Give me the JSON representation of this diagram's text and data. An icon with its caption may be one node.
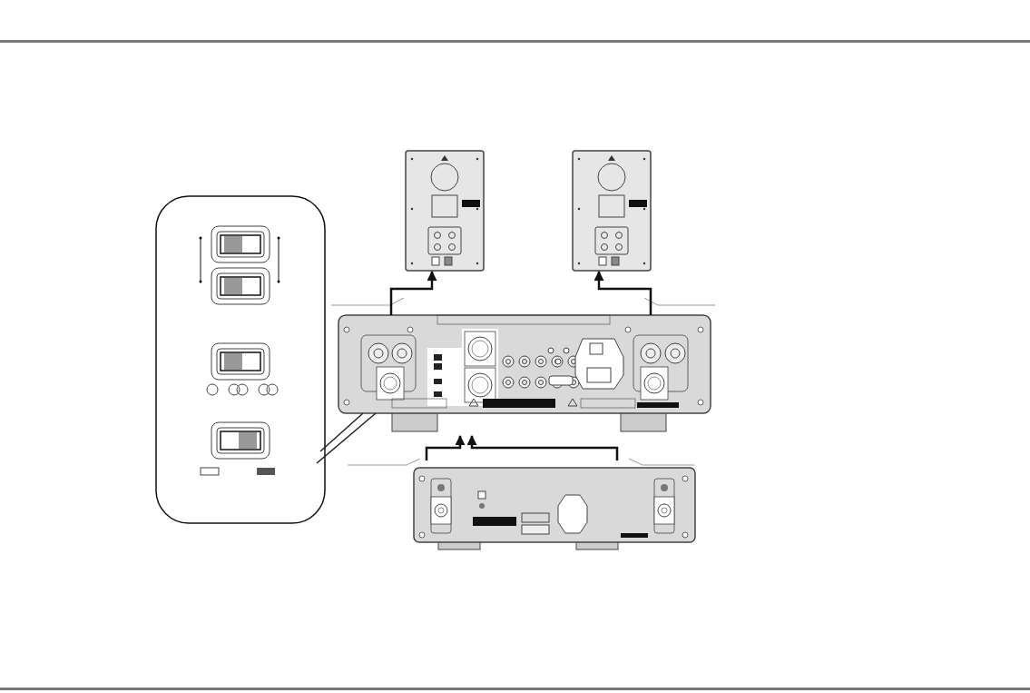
{
  "diagram": {
    "nodes": [
      {
        "text": [],
        "shape": "picture"
      },
      {
        "text": [],
        "shape": "picture"
      },
      {
        "text": [],
        "shape": "picture"
      },
      {
        "text": [],
        "shape": "picture"
      },
      {
        "text": [],
        "shape": "picture"
      }
    ],
    "edges": [
      {
        "from": 2,
        "to": 0,
        "arrow": "to"
      },
      {
        "from": 2,
        "to": 1,
        "arrow": "to"
      },
      {
        "from": 3,
        "to": 2,
        "arrow": "to"
      },
      {
        "from": 3,
        "to": 2,
        "arrow": "to"
      },
      {
        "from": 4,
        "to": 2,
        "arrow": "none"
      },
      {
        "from": 4,
        "to": 2,
        "arrow": "none"
      }
    ]
  }
}
